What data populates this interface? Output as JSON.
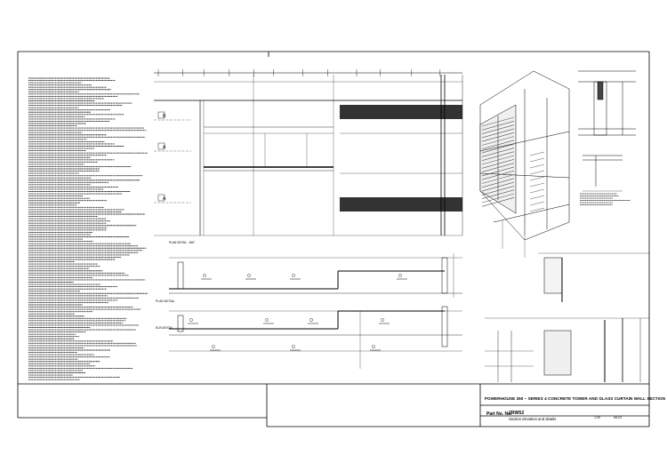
{
  "title_block": {
    "project_title": "POWERHOUSE 350 – SERIES 4 CONCRETE TOWER AND GLASS CURTAIN WALL SECTION",
    "drawing_label": "Part No. No.",
    "drawing_number": "2RW52",
    "drawing_description": "Section elevation and details",
    "scale": "1:20",
    "sheet": "A5.01"
  },
  "section_tags": {
    "upper_left": "B",
    "mid_left": "A",
    "lower_left": "A"
  },
  "detail_labels": {
    "plan_upper": "PLAN DETAIL - BAY",
    "plan_lower": "PLAN DETAIL",
    "plan_bottom": "ELEVATION"
  }
}
